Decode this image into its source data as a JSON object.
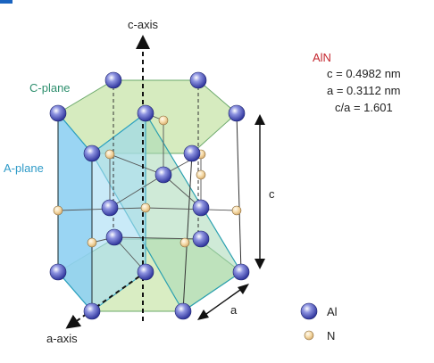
{
  "labels": {
    "c_axis": "c-axis",
    "a_axis": "a-axis",
    "c_plane": "C-plane",
    "a_plane": "A-plane",
    "dim_c": "c",
    "dim_a": "a"
  },
  "params": {
    "material": "AlN",
    "c": "c = 0.4982 nm",
    "a": "a = 0.3112 nm",
    "ratio": "c/a = 1.601"
  },
  "legend": {
    "al": "Al",
    "n": "N"
  },
  "colors": {
    "al_atom": "#3c44b8",
    "n_atom": "#f3d4a0",
    "c_plane_fill": "#cfe8b4",
    "a_plane_fill": "#9fd3f0",
    "title_red": "#c4262e"
  }
}
